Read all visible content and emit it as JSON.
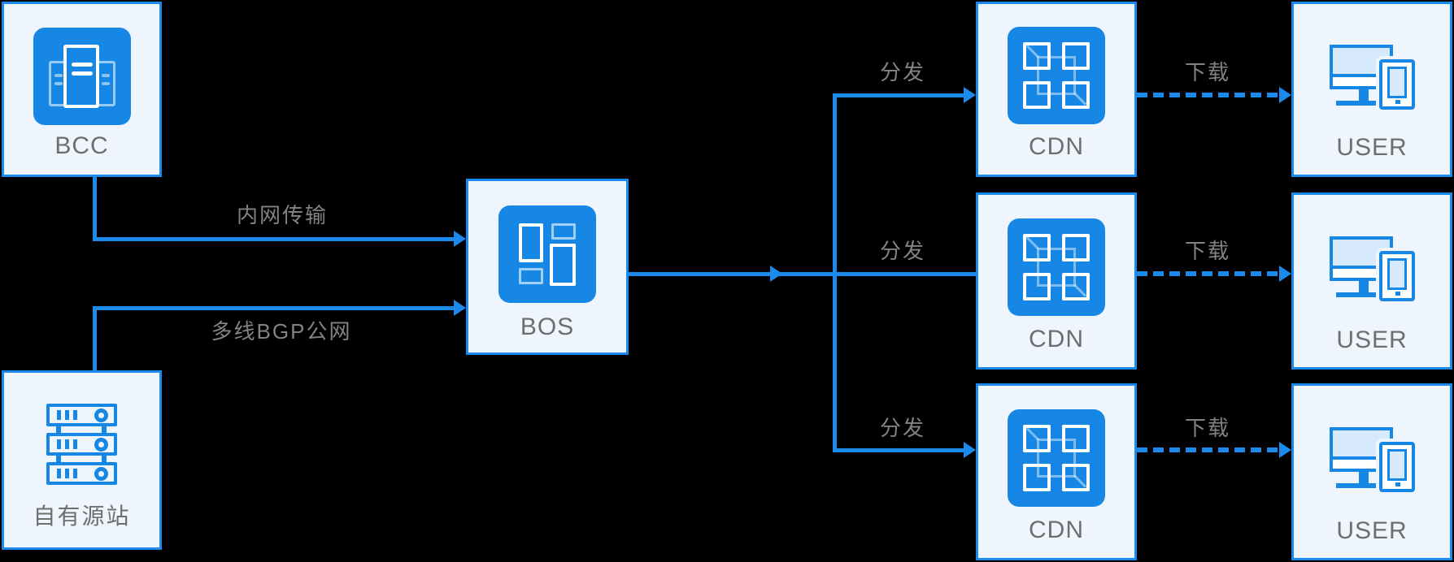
{
  "diagram": {
    "type": "architecture-flow",
    "description_visible_text_only": true,
    "background": "#000000"
  },
  "colors": {
    "line_blue": "#1C89EC",
    "icon_blue": "#1787E5",
    "icon_light_blue": "#D7E9FC",
    "panel_bg": "#EFF5FC",
    "node_label_gray": "#6E6E6E",
    "edge_label_gray": "#828282"
  },
  "nodes": {
    "bcc": {
      "label": "BCC",
      "icon": "compute-server-icon"
    },
    "origin": {
      "label": "自有源站",
      "icon": "server-rack-icon"
    },
    "bos": {
      "label": "BOS",
      "icon": "object-storage-icon"
    },
    "cdn": [
      {
        "label": "CDN",
        "icon": "cdn-cube-icon"
      },
      {
        "label": "CDN",
        "icon": "cdn-cube-icon"
      },
      {
        "label": "CDN",
        "icon": "cdn-cube-icon"
      }
    ],
    "user": [
      {
        "label": "USER",
        "icon": "devices-icon"
      },
      {
        "label": "USER",
        "icon": "devices-icon"
      },
      {
        "label": "USER",
        "icon": "devices-icon"
      }
    ]
  },
  "edges": {
    "bcc_to_bos": {
      "label": "内网传输",
      "style": "solid-arrow"
    },
    "origin_to_bos": {
      "label": "多线BGP公网",
      "style": "solid-arrow"
    },
    "bos_to_cdn": {
      "style": "solid-arrow-branching"
    },
    "distribute": [
      {
        "label": "分发",
        "style": "solid-arrow"
      },
      {
        "label": "分发",
        "style": "solid-line"
      },
      {
        "label": "分发",
        "style": "solid-arrow"
      }
    ],
    "download": [
      {
        "label": "下载",
        "style": "dashed-arrow"
      },
      {
        "label": "下载",
        "style": "dashed-arrow"
      },
      {
        "label": "下载",
        "style": "dashed-arrow"
      }
    ]
  }
}
